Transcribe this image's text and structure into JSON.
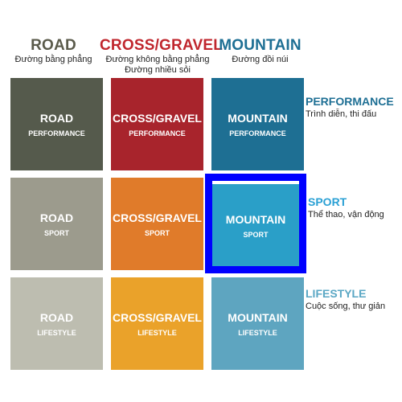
{
  "columns": [
    {
      "title": "ROAD",
      "subtitle": "Đường bằng phẳng",
      "color": "#5a5a4a"
    },
    {
      "title": "CROSS/GRAVEL",
      "subtitle": "Đường không bằng phẳng\nĐường nhiều sỏi",
      "color": "#c0262d"
    },
    {
      "title": "MOUNTAIN",
      "subtitle": "Đường đồi núi",
      "color": "#1e6f94"
    }
  ],
  "rows": [
    {
      "title": "PERFORMANCE",
      "subtitle": "Trình diễn, thi đấu",
      "color": "#1e6f94"
    },
    {
      "title": "SPORT",
      "subtitle": "Thể thao, vận động",
      "color": "#2aa0d4"
    },
    {
      "title": "LIFESTYLE",
      "subtitle": "Cuộc sống, thư giản",
      "color": "#5aa7c4"
    }
  ],
  "tiles": [
    [
      {
        "title": "ROAD",
        "sub": "PERFORMANCE",
        "color": "#555a4c"
      },
      {
        "title": "CROSS/GRAVEL",
        "sub": "PERFORMANCE",
        "color": "#a8242c"
      },
      {
        "title": "MOUNTAIN",
        "sub": "PERFORMANCE",
        "color": "#1e6f93"
      }
    ],
    [
      {
        "title": "ROAD",
        "sub": "SPORT",
        "color": "#9c9b8d"
      },
      {
        "title": "CROSS/GRAVEL",
        "sub": "SPORT",
        "color": "#e07b2a"
      },
      {
        "title": "MOUNTAIN",
        "sub": "SPORT",
        "color": "#2a9fc8"
      }
    ],
    [
      {
        "title": "ROAD",
        "sub": "LIFESTYLE",
        "color": "#bdbdb0"
      },
      {
        "title": "CROSS/GRAVEL",
        "sub": "LIFESTYLE",
        "color": "#eaa22a"
      },
      {
        "title": "MOUNTAIN",
        "sub": "LIFESTYLE",
        "color": "#5ea5c0"
      }
    ]
  ],
  "highlight_color": "#0000ff"
}
